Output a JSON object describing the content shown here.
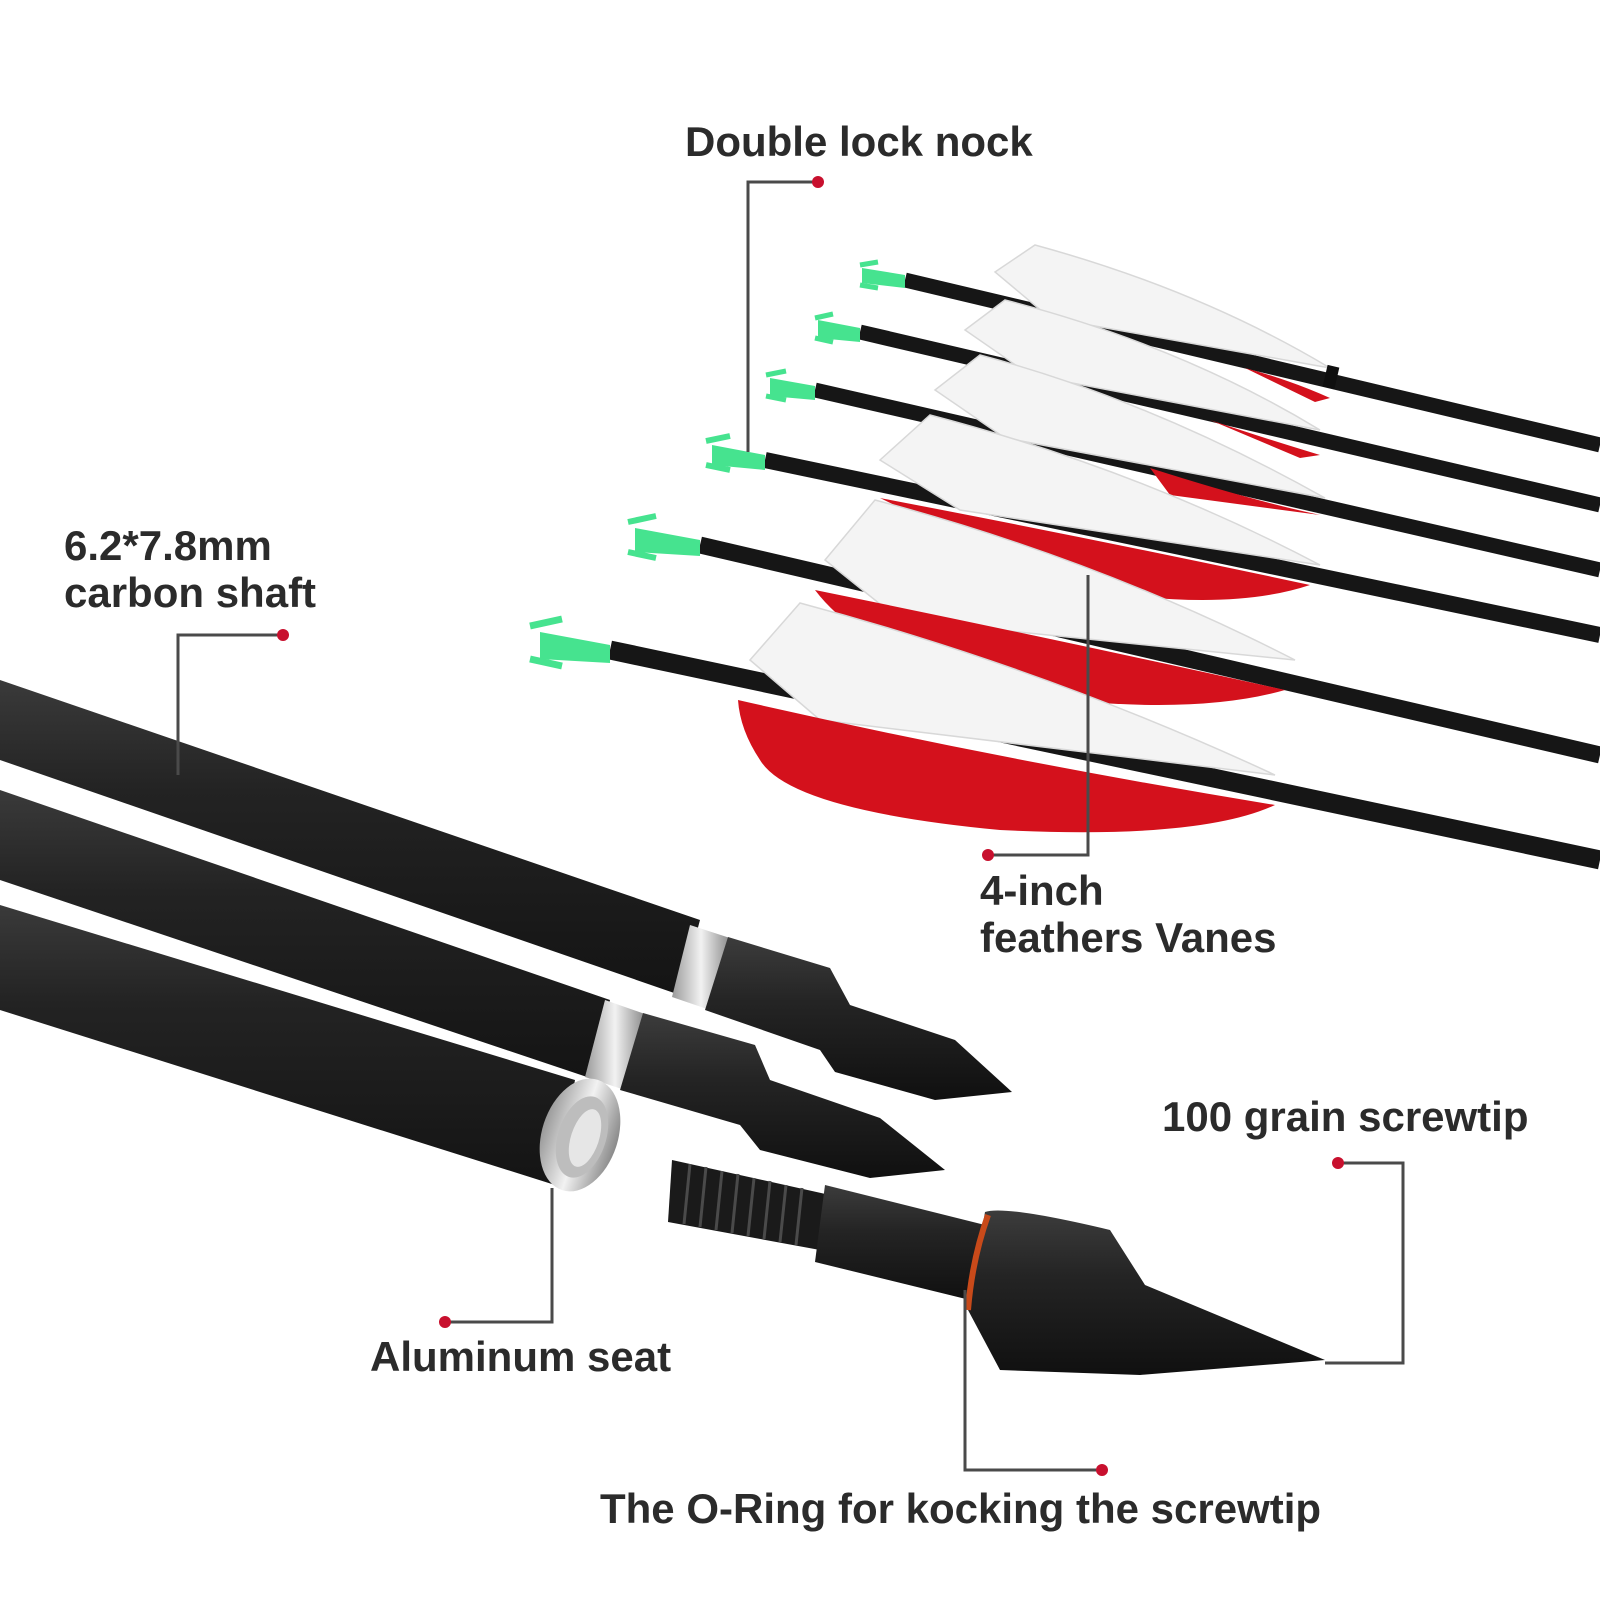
{
  "labels": {
    "nock": "Double lock nock",
    "shaft_line1": "6.2*7.8mm",
    "shaft_line2": "carbon shaft",
    "vanes_line1": "4-inch",
    "vanes_line2": "feathers Vanes",
    "screwtip": "100 grain screwtip",
    "seat": "Aluminum seat",
    "oring": "The O-Ring for kocking the screwtip"
  },
  "colors": {
    "callout": "#c8102e",
    "line": "#4a4a4a",
    "text": "#2b2b2b",
    "shaft": "#1c1c1c",
    "feather_white": "#f4f4f4",
    "feather_red": "#d4111c",
    "nock_green": "#46e38f",
    "aluminum": "#d9d9d9"
  }
}
